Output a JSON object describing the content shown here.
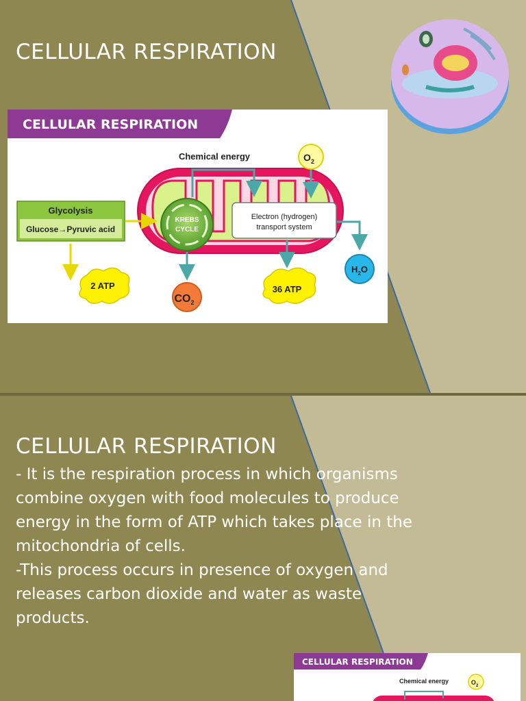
{
  "slide1": {
    "title": "CELLULAR RESPIRATION"
  },
  "slide2": {
    "title": "CELLULAR RESPIRATION",
    "paragraphs": [
      "- It is the respiration process in which organisms combine oxygen with food molecules to produce energy in the form of ATP which takes place in the mitochondria of cells.",
      "-This process occurs in presence of oxygen and releases carbon dioxide and water as waste products."
    ]
  },
  "diagram": {
    "banner": "CELLULAR RESPIRATION",
    "chemical_energy": "Chemical energy",
    "o2": "O",
    "o2_sub": "2",
    "glycolysis": "Glycolysis",
    "glucose": "Glucose",
    "arrow_glyph": "→",
    "pyruvic": "Pyruvic acid",
    "krebs_line1": "KREBS",
    "krebs_line2": "CYCLE",
    "etc_line1": "Electron (hydrogen)",
    "etc_line2": "transport system",
    "atp2": "2 ATP",
    "atp36": "36 ATP",
    "co2": "CO",
    "co2_sub": "2",
    "h2o_h": "H",
    "h2o_sub": "2",
    "h2o_o": "O"
  },
  "colors": {
    "slide_dark": "#8f8752",
    "slide_light": "#c3bb95",
    "banner": "#8e3a95",
    "mito_outer": "#e5165e",
    "mito_inner": "#d9f28c",
    "glycolysis": "#8cc63f",
    "atp": "#fff200",
    "co2": "#f47b37",
    "h2o": "#29b6e8",
    "o2": "#fffaa0"
  },
  "icons": [
    "animal-cell-illustration"
  ]
}
